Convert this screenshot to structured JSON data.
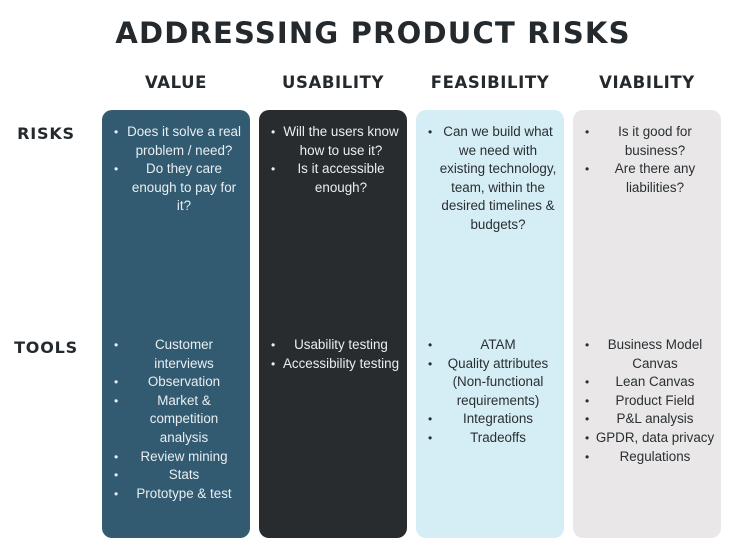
{
  "title": "ADDRESSING PRODUCT RISKS",
  "row_headers": {
    "risks": "RISKS",
    "tools": "TOOLS"
  },
  "columns": [
    {
      "heading": "VALUE",
      "color": "#325b71",
      "risks": [
        "Does it solve a real problem / need?",
        "Do they care enough to pay for it?"
      ],
      "tools": [
        "Customer interviews",
        "Observation",
        "Market & competition analysis",
        "Review mining",
        "Stats",
        "Prototype & test"
      ]
    },
    {
      "heading": "USABILITY",
      "color": "#292c2f",
      "risks": [
        "Will the users know how to use it?",
        "Is it accessible enough?"
      ],
      "tools": [
        "Usability testing",
        "Accessibility testing"
      ]
    },
    {
      "heading": "FEASIBILITY",
      "color": "#d5edf4",
      "risks": [
        "Can we build what we need with existing technology, team, within the desired timelines & budgets?"
      ],
      "tools": [
        "ATAM",
        "Quality attributes (Non-functional requirements)",
        "Integrations",
        "Tradeoffs"
      ]
    },
    {
      "heading": "VIABILITY",
      "color": "#e9e7e8",
      "risks": [
        "Is it good for business?",
        "Are there any liabilities?"
      ],
      "tools": [
        "Business Model Canvas",
        "Lean Canvas",
        "Product Field",
        "P&L analysis",
        "GPDR, data privacy",
        "Regulations"
      ]
    }
  ],
  "bullet_glyph": "•"
}
